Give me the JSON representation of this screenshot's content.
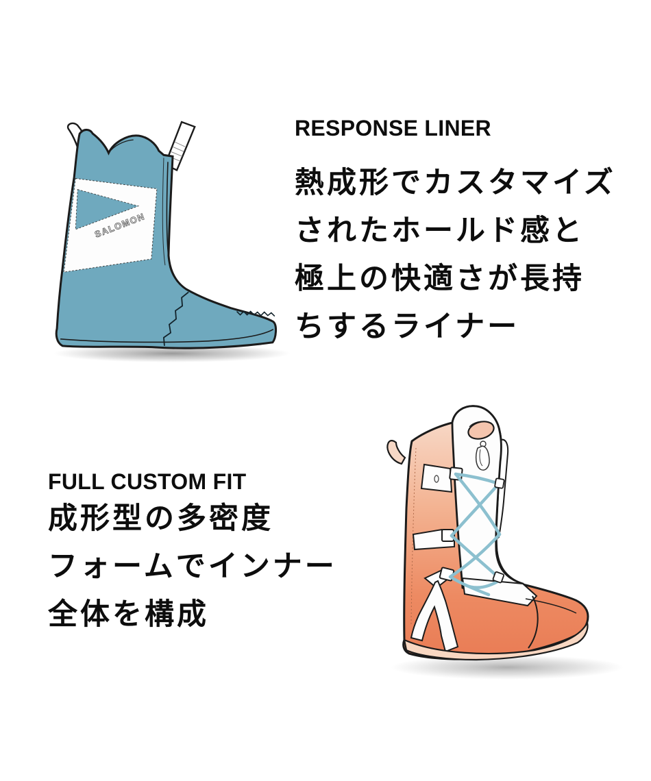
{
  "page": {
    "background": "#ffffff",
    "text_color": "#0d0d0d"
  },
  "sections": [
    {
      "id": "response-liner",
      "heading": "RESPONSE LINER",
      "body_lines": [
        "熱成形でカスタマイズ",
        "されたホールド感と",
        "極上の快適さが長持",
        "ちするライナー"
      ],
      "illustration": "blue-liner-boot",
      "logo_text": "SALOMON",
      "colors": {
        "boot": "#6FA9BE",
        "band": "#fdfdfd",
        "outline": "#1b1b1b"
      }
    },
    {
      "id": "full-custom-fit",
      "heading": "FULL CUSTOM FIT",
      "body_lines": [
        "成形型の多密度",
        "フォームでインナー",
        "全体を構成"
      ],
      "illustration": "orange-liner-boot",
      "colors": {
        "boot_top": "#F8DECF",
        "boot_bottom": "#E97C55",
        "lace": "#8CC0CF",
        "outline": "#1b1b1b"
      }
    }
  ]
}
